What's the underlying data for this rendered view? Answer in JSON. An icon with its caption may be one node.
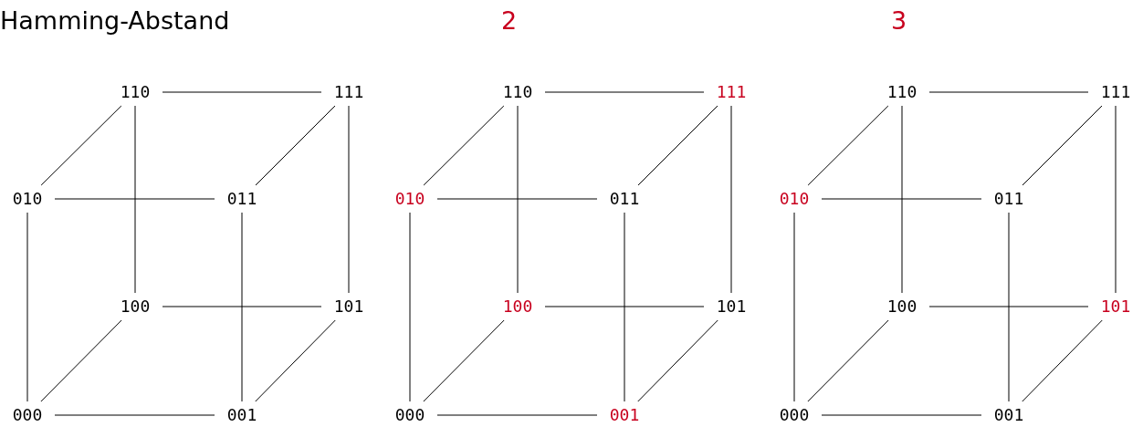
{
  "diagram": {
    "title": "Hamming-Abstand",
    "nodes": [
      {
        "text": [
          "110"
        ]
      },
      {
        "text": [
          "111"
        ]
      },
      {
        "text": [
          "010"
        ]
      },
      {
        "text": [
          "011"
        ]
      },
      {
        "text": [
          "100"
        ]
      },
      {
        "text": [
          "101"
        ]
      },
      {
        "text": [
          "000"
        ]
      },
      {
        "text": [
          "001"
        ]
      },
      {
        "text": [
          "110"
        ]
      },
      {
        "text": [
          "111"
        ]
      },
      {
        "text": [
          "010"
        ]
      },
      {
        "text": [
          "011"
        ]
      },
      {
        "text": [
          "100"
        ]
      },
      {
        "text": [
          "101"
        ]
      },
      {
        "text": [
          "000"
        ]
      },
      {
        "text": [
          "001"
        ]
      },
      {
        "text": [
          "110"
        ]
      },
      {
        "text": [
          "111"
        ]
      },
      {
        "text": [
          "010"
        ]
      },
      {
        "text": [
          "011"
        ]
      },
      {
        "text": [
          "100"
        ]
      },
      {
        "text": [
          "101"
        ]
      },
      {
        "text": [
          "000"
        ]
      },
      {
        "text": [
          "001"
        ]
      }
    ],
    "edges": [
      {
        "from": 0,
        "to": 1,
        "arrow": "none"
      },
      {
        "from": 0,
        "to": 2,
        "arrow": "none"
      },
      {
        "from": 0,
        "to": 4,
        "arrow": "none"
      },
      {
        "from": 1,
        "to": 3,
        "arrow": "none"
      },
      {
        "from": 1,
        "to": 5,
        "arrow": "none"
      },
      {
        "from": 2,
        "to": 3,
        "arrow": "none"
      },
      {
        "from": 2,
        "to": 6,
        "arrow": "none"
      },
      {
        "from": 3,
        "to": 7,
        "arrow": "none"
      },
      {
        "from": 4,
        "to": 5,
        "arrow": "none"
      },
      {
        "from": 4,
        "to": 6,
        "arrow": "none"
      },
      {
        "from": 5,
        "to": 7,
        "arrow": "none"
      },
      {
        "from": 6,
        "to": 7,
        "arrow": "none"
      },
      {
        "from": 8,
        "to": 9,
        "arrow": "none"
      },
      {
        "from": 8,
        "to": 10,
        "arrow": "none"
      },
      {
        "from": 8,
        "to": 12,
        "arrow": "none"
      },
      {
        "from": 9,
        "to": 11,
        "arrow": "none"
      },
      {
        "from": 9,
        "to": 13,
        "arrow": "none"
      },
      {
        "from": 10,
        "to": 11,
        "arrow": "none"
      },
      {
        "from": 10,
        "to": 14,
        "arrow": "none"
      },
      {
        "from": 11,
        "to": 15,
        "arrow": "none"
      },
      {
        "from": 12,
        "to": 13,
        "arrow": "none"
      },
      {
        "from": 12,
        "to": 14,
        "arrow": "none"
      },
      {
        "from": 13,
        "to": 15,
        "arrow": "none"
      },
      {
        "from": 14,
        "to": 15,
        "arrow": "none"
      },
      {
        "from": 16,
        "to": 17,
        "arrow": "none"
      },
      {
        "from": 16,
        "to": 18,
        "arrow": "none"
      },
      {
        "from": 16,
        "to": 20,
        "arrow": "none"
      },
      {
        "from": 17,
        "to": 19,
        "arrow": "none"
      },
      {
        "from": 17,
        "to": 21,
        "arrow": "none"
      },
      {
        "from": 18,
        "to": 19,
        "arrow": "none"
      },
      {
        "from": 18,
        "to": 22,
        "arrow": "none"
      },
      {
        "from": 19,
        "to": 23,
        "arrow": "none"
      },
      {
        "from": 20,
        "to": 21,
        "arrow": "none"
      },
      {
        "from": 20,
        "to": 22,
        "arrow": "none"
      },
      {
        "from": 21,
        "to": 23,
        "arrow": "none"
      },
      {
        "from": 22,
        "to": 23,
        "arrow": "none"
      }
    ],
    "labels": [
      "2",
      "3"
    ]
  }
}
